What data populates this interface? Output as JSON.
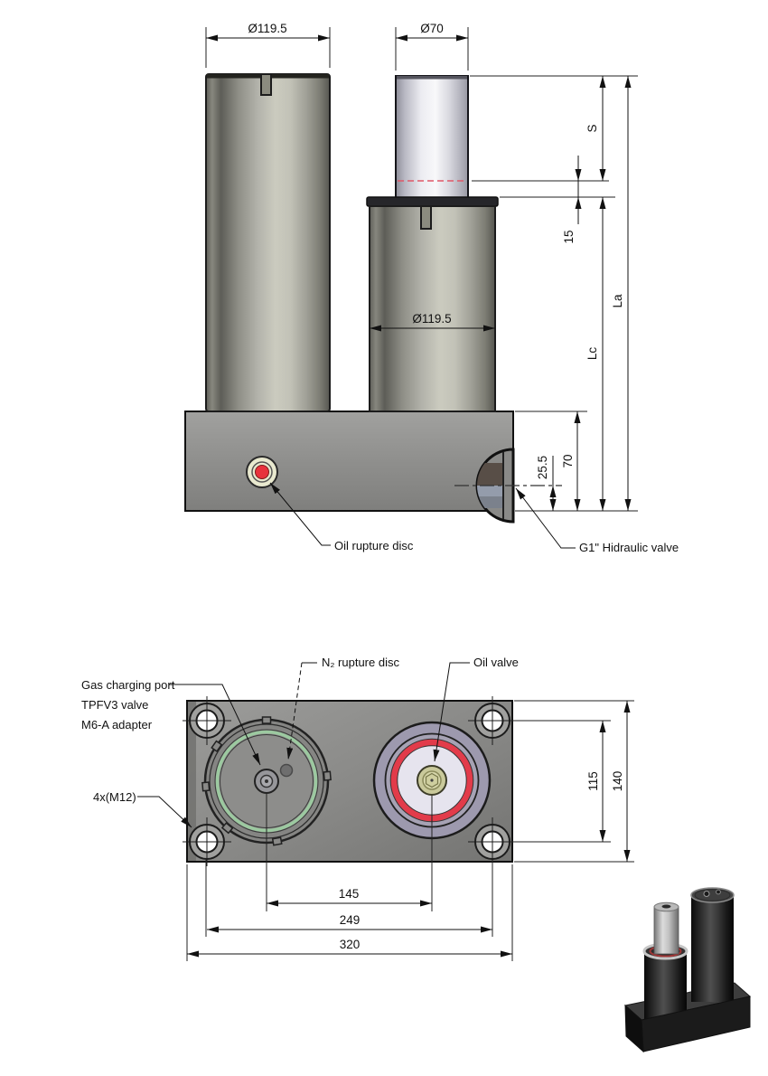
{
  "side_view": {
    "dims": {
      "dia_left": "Ø119.5",
      "dia_rod": "Ø70",
      "dia_right": "Ø119.5",
      "stroke": "S",
      "gap": "15",
      "total_length": "La",
      "cylinder_length": "Lc",
      "block_height": "70",
      "valve_offset": "25.5"
    },
    "labels": {
      "oil_rupture_disc": "Oil rupture disc",
      "hydraulic_valve": "G1\" Hidraulic valve"
    }
  },
  "plan_view": {
    "dims": {
      "holes_vertical": "115",
      "block_depth": "140",
      "valve_spacing": "145",
      "holes_horizontal": "249",
      "block_width": "320"
    },
    "labels": {
      "gas_port_line1": "Gas charging port",
      "gas_port_line2": "TPFV3 valve",
      "gas_port_line3": "M6-A adapter",
      "n2_disc": "N₂ rupture disc",
      "oil_valve": "Oil valve",
      "bolts": "4x(M12)"
    }
  },
  "colors": {
    "marker_red": "#e05868",
    "rupture_red": "#e8323c",
    "oil_seal_red": "#e23b4a",
    "gas_seal_green": "#9cc9a0",
    "valve_brass": "#c9c99b"
  }
}
